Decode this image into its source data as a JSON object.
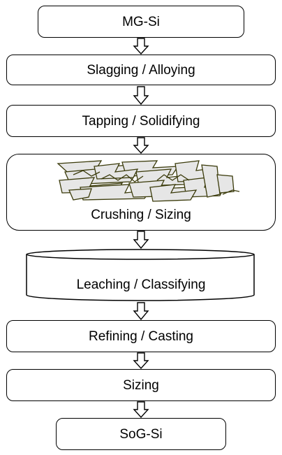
{
  "steps": [
    {
      "label": "MG-Si"
    },
    {
      "label": "Slagging / Alloying"
    },
    {
      "label": "Tapping / Solidifying"
    },
    {
      "label": "Crushing / Sizing"
    },
    {
      "label": "Leaching / Classifying"
    },
    {
      "label": "Refining / Casting"
    },
    {
      "label": "Sizing"
    },
    {
      "label": "SoG-Si"
    }
  ],
  "colors": {
    "stroke": "#000000",
    "fill": "#ffffff",
    "shard_fill": "#e6e6e6",
    "shard_stroke": "#3a3a0a"
  }
}
